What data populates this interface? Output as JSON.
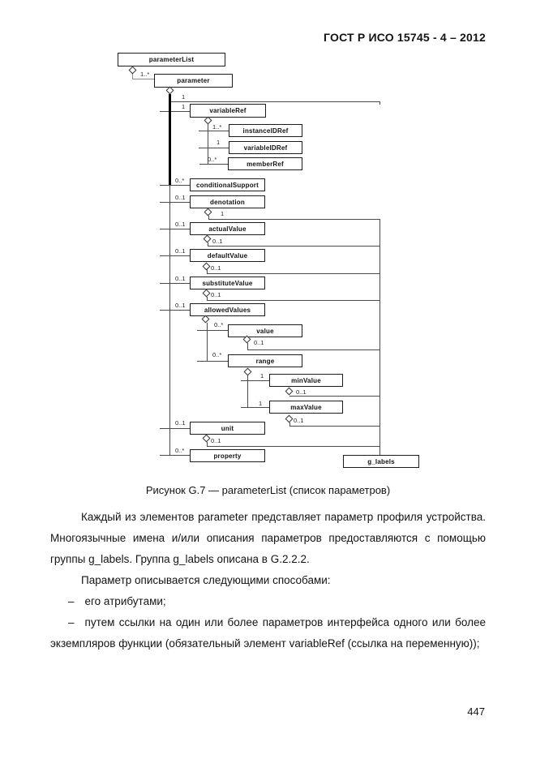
{
  "header": {
    "standard_code": "ГОСТ Р ИСО 15745 - 4 – 2012"
  },
  "figure": {
    "caption": "Рисунок G.7 — parameterList (список параметров)",
    "nodes": [
      "parameterList",
      "parameter",
      "variableRef",
      "instanceIDRef",
      "variableIDRef",
      "memberRef",
      "conditionalSupport",
      "denotation",
      "actualValue",
      "defaultValue",
      "substituteValue",
      "allowedValues",
      "value",
      "range",
      "minValue",
      "maxValue",
      "unit",
      "property",
      "g_labels"
    ],
    "multiplicities": [
      "1..*",
      "1",
      "1",
      "1..*",
      "1",
      "0..*",
      "0..*",
      "0..1",
      "1",
      "0..1",
      "0..1",
      "0..1",
      "0..1",
      "0..1",
      "0..1",
      "0..1",
      "0..*",
      "0..1",
      "0..*",
      "1",
      "0..1",
      "1",
      "0..1",
      "0..1",
      "0..1",
      "0..*"
    ]
  },
  "body": {
    "paragraphs": [
      "Каждый из элементов parameter представляет параметр профиля устройства. Многоязычные имена и/или описания параметров предоставляются с помощью группы g_labels. Группа g_labels описана в G.2.2.2.",
      "Параметр описывается следующими способами:"
    ],
    "bullets": [
      {
        "dash": "–",
        "text": "его атрибутами;"
      },
      {
        "dash": "–",
        "text": "путем ссылки на один или более параметров интерфейса одного или более экземпляров функции (обязательный элемент variableRef (ссылка на переменную));"
      }
    ]
  },
  "page_number": "447"
}
